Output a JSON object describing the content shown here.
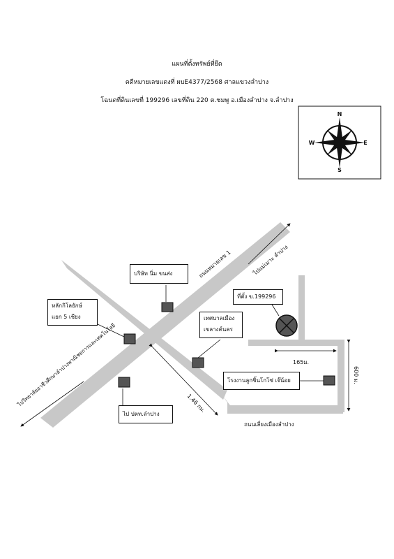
{
  "header": {
    "line1": "แผนที่ตั้งทรัพย์ที่ยึด",
    "line2": "คดีหมายเลขแดงที่ ผบE4377/2568 ศาลแขวงลำปาง",
    "line3": "โฉนดที่ดินเลขที่ 199296 เลขที่ดิน 220 ต.ชมพู อ.เมืองลำปาง จ.ลำปาง"
  },
  "compass": {
    "n": "N",
    "e": "E",
    "s": "S",
    "w": "W",
    "icon": "compass-rose-icon"
  },
  "roads": {
    "highway1": "ถนนหมายเลข 1",
    "to_ngao": "ไปแม่เมาะ ลำปาง",
    "to_tech": "ไปวิทยาลัยอาชีวศึกษาลำปางพาณิชยการและเทคโนโลยี",
    "local_road": "ถนนเลี่ยงเมืองลำปาง"
  },
  "places": {
    "company": "บริษัท นิ่ม ขนส่ง",
    "km_marker_line1": "หลักกิโลยักษ์",
    "km_marker_line2": "แยก 5 เชียง",
    "municipality_line1": "เทศบาลเมือง",
    "municipality_line2": "เขลางค์นคร",
    "factory": "โรงงานลูกชิ้นโกโซ่ เจ๊น้อย",
    "post_office": "ไป ปตท.ลำปาง",
    "site": "ที่ตั้ง ข.199296"
  },
  "distances": {
    "d1": "1.46 กม.",
    "d2": "165ม.",
    "d3": "600 ม."
  }
}
